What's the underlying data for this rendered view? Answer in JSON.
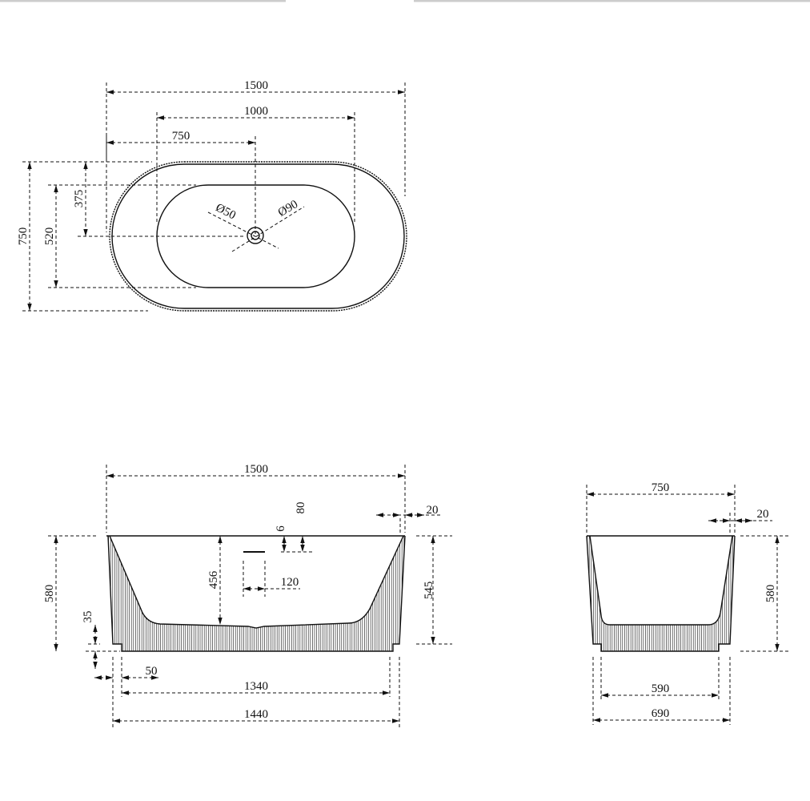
{
  "top_view": {
    "dims": {
      "length": "1500",
      "inner_length": "1000",
      "drain_offset_x": "750",
      "width": "750",
      "inner_width": "520",
      "drain_offset_y": "375",
      "drain_dia": "Ø50",
      "waste_dia": "Ø90"
    }
  },
  "side_view": {
    "dims": {
      "length": "1500",
      "rim": "20",
      "overflow_top": "80",
      "overflow_height": "6",
      "overflow_width": "120",
      "height": "580",
      "inner_depth": "456",
      "base_step": "35",
      "inner_height": "545",
      "base_inset": "50",
      "base_length": "1340",
      "bottom_length": "1440"
    }
  },
  "end_view": {
    "dims": {
      "width": "750",
      "rim": "20",
      "height": "580",
      "base_width": "590",
      "bottom_width": "690"
    }
  }
}
